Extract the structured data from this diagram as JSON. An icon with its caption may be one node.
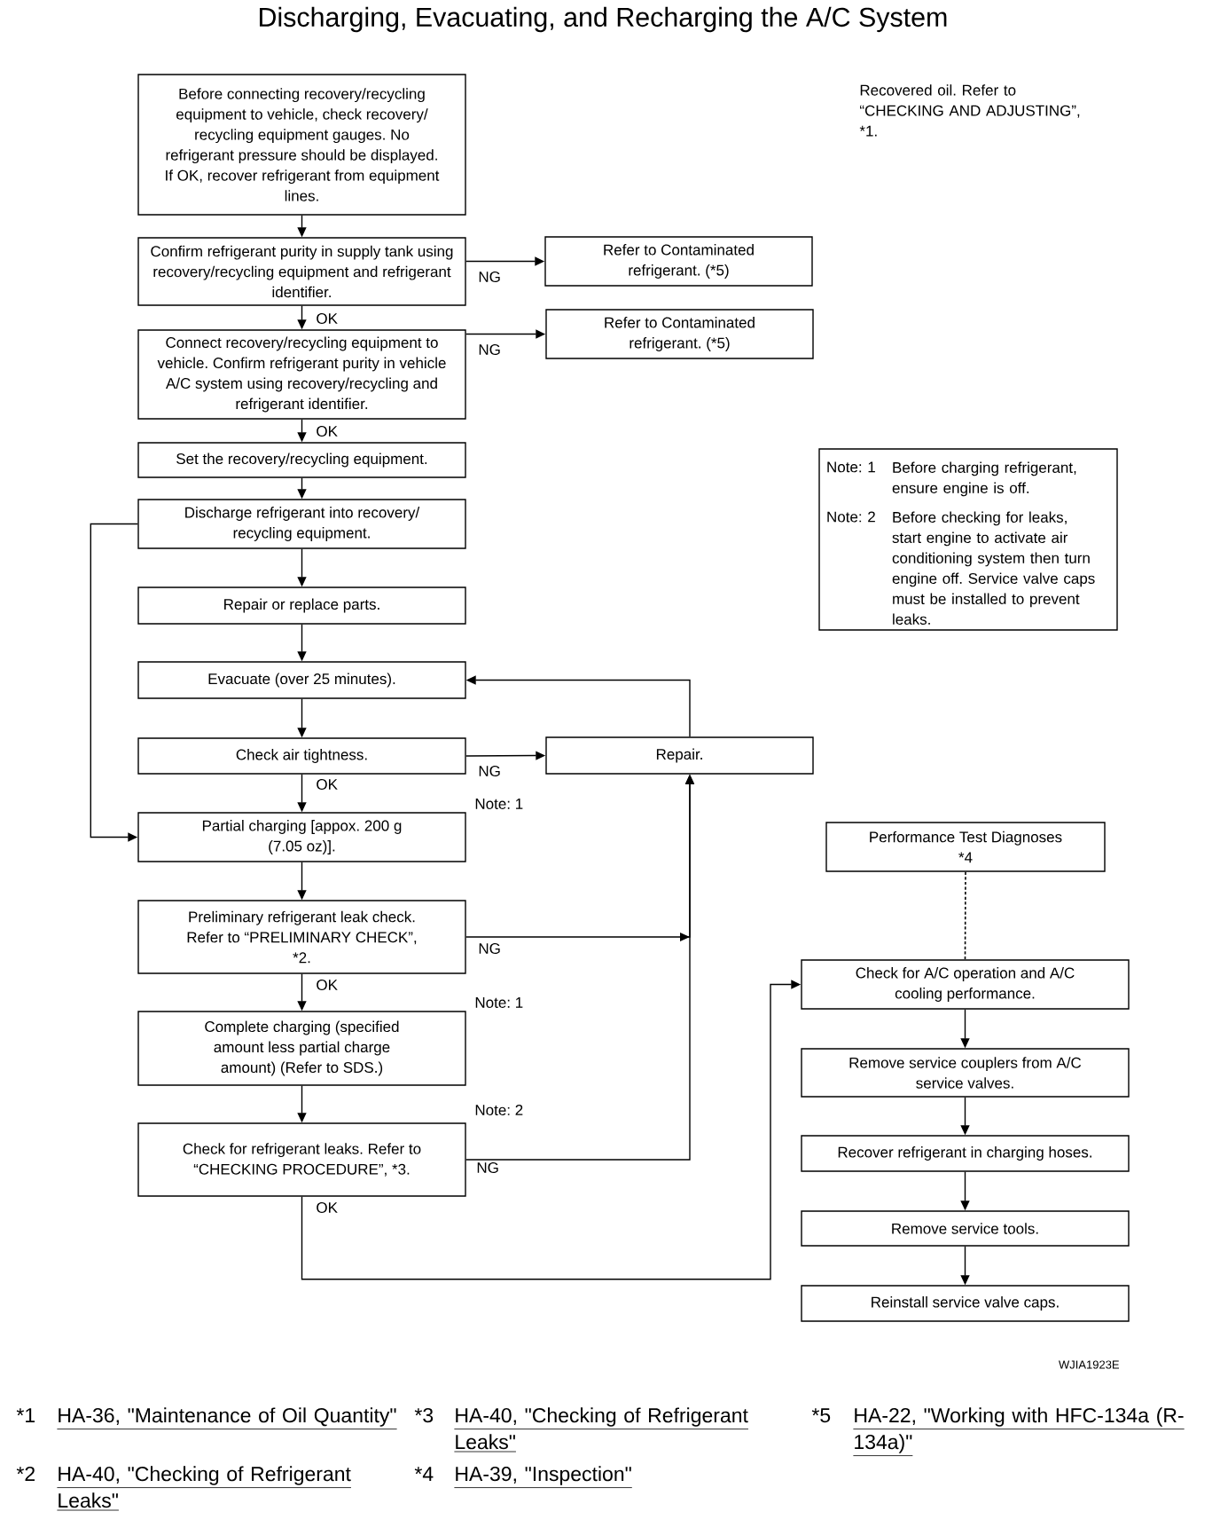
{
  "diagram": {
    "title": "Discharging, Evacuating, and Recharging the A/C System",
    "nodes": [
      {
        "text": [
          "Before connecting recovery/recycling equipment to vehicle, check recovery/ recycling equipment gauges. No refrigerant pressure should be displayed. If OK, recover refrigerant from equipment lines."
        ]
      },
      {
        "text": [
          "Confirm refrigerant purity in supply tank using recovery/recycling equipment and refrigerant identifier."
        ]
      },
      {
        "text": [
          "Refer to Contaminated refrigerant. (*5)"
        ]
      },
      {
        "text": [
          "Connect recovery/recycling equipment to vehicle. Confirm refrigerant purity in vehicle A/C system using recovery/recycling and refrigerant identifier."
        ]
      },
      {
        "text": [
          "Refer to Contaminated refrigerant. (*5)"
        ]
      },
      {
        "text": [
          "Set the recovery/recycling equipment."
        ]
      },
      {
        "text": [
          "Discharge refrigerant into recovery/ recycling equipment."
        ]
      },
      {
        "text": [
          "Repair or replace parts."
        ]
      },
      {
        "text": [
          "Evacuate (over 25 minutes)."
        ]
      },
      {
        "text": [
          "Check air tightness."
        ]
      },
      {
        "text": [
          "Repair."
        ]
      },
      {
        "text": [
          "Partial charging [appox. 200 g (7.05 oz)]."
        ],
        "beside": [
          "Note: 1"
        ]
      },
      {
        "text": [
          "Preliminary refrigerant leak check. Refer to “PRELIMINARY CHECK”, *2."
        ]
      },
      {
        "text": [
          "Complete charging (specified amount less partial charge amount) (Refer to SDS.)"
        ],
        "beside": [
          "Note: 1"
        ]
      },
      {
        "text": [
          "Check for refrigerant leaks. Refer to “CHECKING PROCEDURE”, *3."
        ],
        "beside": [
          "Note: 2"
        ]
      },
      {
        "text": [
          "Note: 1",
          "Before charging refrigerant, ensure engine is off.",
          "Note: 2",
          "Before checking for leaks, start engine to activate air conditioning system then turn engine off. Service valve caps must be installed to prevent leaks."
        ]
      },
      {
        "text": [
          "Performance Test Diagnoses *4"
        ]
      },
      {
        "text": [
          "Check for A/C operation and A/C cooling performance."
        ]
      },
      {
        "text": [
          "Remove service couplers from A/C service valves."
        ]
      },
      {
        "text": [
          "Recover refrigerant in charging hoses."
        ]
      },
      {
        "text": [
          "Remove service tools."
        ]
      },
      {
        "text": [
          "Reinstall service valve caps."
        ]
      }
    ],
    "edges": [
      {
        "from": 0,
        "to": 1,
        "arrow": "to"
      },
      {
        "from": 1,
        "to": 2,
        "arrow": "to",
        "label": "NG"
      },
      {
        "from": 1,
        "to": 3,
        "arrow": "to",
        "label": "OK"
      },
      {
        "from": 3,
        "to": 4,
        "arrow": "to",
        "label": "NG"
      },
      {
        "from": 3,
        "to": 5,
        "arrow": "to",
        "label": "OK"
      },
      {
        "from": 5,
        "to": 6,
        "arrow": "to"
      },
      {
        "from": 6,
        "to": 7,
        "arrow": "to"
      },
      {
        "from": 6,
        "to": 11,
        "arrow": "to"
      },
      {
        "from": 7,
        "to": 8,
        "arrow": "to"
      },
      {
        "from": 8,
        "to": 9,
        "arrow": "to"
      },
      {
        "from": 9,
        "to": 10,
        "arrow": "to",
        "label": "NG"
      },
      {
        "from": 10,
        "to": 8,
        "arrow": "to"
      },
      {
        "from": 9,
        "to": 11,
        "arrow": "to",
        "label": "OK"
      },
      {
        "from": 11,
        "to": 12,
        "arrow": "to"
      },
      {
        "from": 12,
        "to": 10,
        "arrow": "to",
        "label": "NG"
      },
      {
        "from": 12,
        "to": 13,
        "arrow": "to",
        "label": "OK"
      },
      {
        "from": 13,
        "to": 14,
        "arrow": "to"
      },
      {
        "from": 14,
        "to": 10,
        "arrow": "to",
        "label": "NG"
      },
      {
        "from": 14,
        "to": 17,
        "arrow": "to",
        "label": "OK"
      },
      {
        "from": 16,
        "to": 17,
        "arrow": "none",
        "style": "dashed"
      },
      {
        "from": 17,
        "to": 18,
        "arrow": "to"
      },
      {
        "from": 18,
        "to": 19,
        "arrow": "to"
      },
      {
        "from": 19,
        "to": 20,
        "arrow": "to"
      },
      {
        "from": 20,
        "to": 21,
        "arrow": "to"
      }
    ],
    "labels": [
      "Recovered oil. Refer to “CHECKING AND ADJUSTING”, *1.",
      "WJIA1923E",
      "*1",
      "HA-36, \"Maintenance of Oil Quantity\"",
      "*3",
      "HA-40, \"Checking of Refrigerant Leaks\"",
      "*5",
      "HA-22, \"Working with HFC-134a (R-134a)\"",
      "*2",
      "HA-40, \"Checking of Refrigerant Leaks\"",
      "*4",
      "HA-39, \"Inspection\""
    ]
  }
}
